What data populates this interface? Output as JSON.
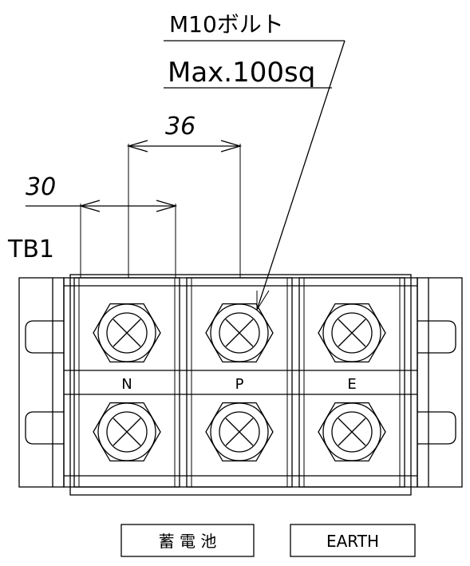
{
  "callout": {
    "bolt": "M10ボルト",
    "wire": "Max.100sq"
  },
  "dims": {
    "pitch": "36",
    "width": "30"
  },
  "block_label": "TB1",
  "terminals": [
    "N",
    "P",
    "E"
  ],
  "labels": {
    "battery": "蓄 電 池",
    "earth": "EARTH"
  }
}
